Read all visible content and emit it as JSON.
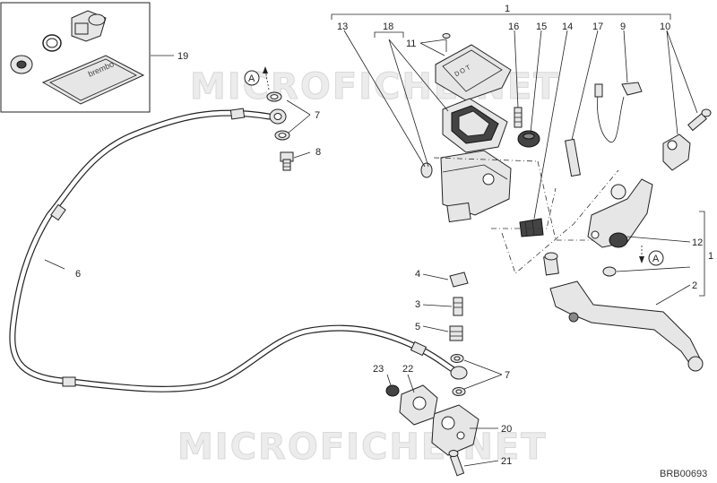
{
  "watermark": "MICROFICHE.NET",
  "drawing_code": "BRB00693",
  "reference_marker": "A",
  "callouts": {
    "c1": "1",
    "c2": "2",
    "c3": "3",
    "c4": "4",
    "c5": "5",
    "c6": "6",
    "c7": "7",
    "c8": "8",
    "c9": "9",
    "c10": "10",
    "c11": "11",
    "c12": "12",
    "c13": "13",
    "c14": "14",
    "c15": "15",
    "c16": "16",
    "c17": "17",
    "c18": "18",
    "c19": "19",
    "c20": "20",
    "c21": "21",
    "c22": "22",
    "c23": "23"
  },
  "inset_kit_brand": "brembo"
}
